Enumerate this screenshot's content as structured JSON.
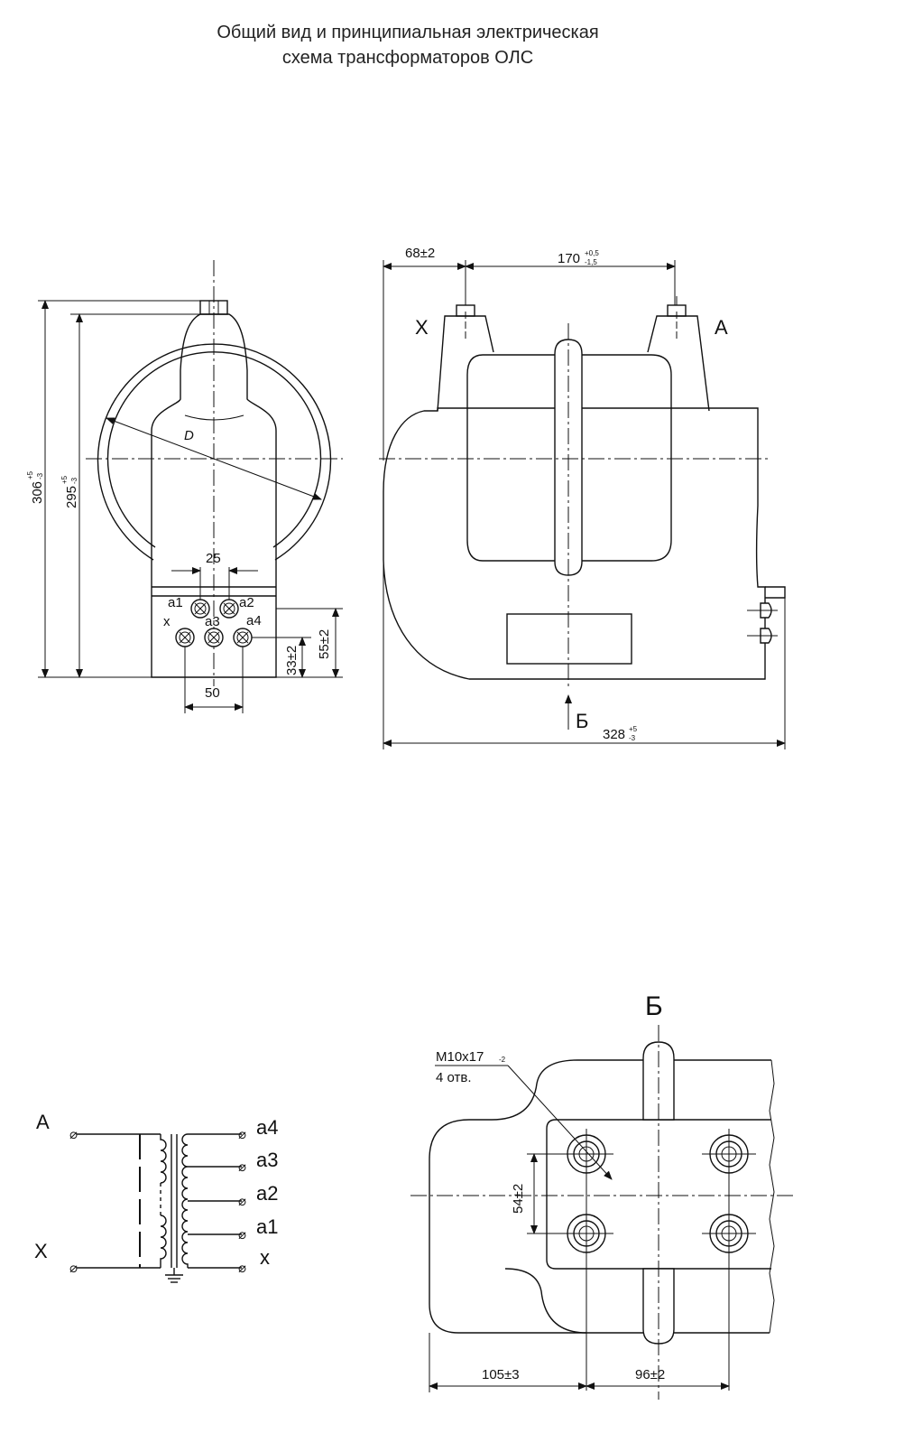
{
  "title": {
    "line1": "Общий вид и  принципиальная электрическая",
    "line2": "схема трансформаторов ОЛС"
  },
  "front_view": {
    "dim_overall_height": "306",
    "dim_overall_height_tol_upper": "+5",
    "dim_overall_height_tol_lower": "-3",
    "dim_height": "295",
    "dim_height_tol_upper": "+5",
    "dim_height_tol_lower": "-3",
    "dim_diameter": "D",
    "dim_terminal_spacing": "25",
    "dim_terminal_width": "50",
    "dim_terminal_row_height": "33±2",
    "dim_terminal_block_height": "55±2",
    "terminals": [
      "a1",
      "a2",
      "x",
      "a3",
      "a4"
    ]
  },
  "side_view": {
    "dim_offset": "68±2",
    "dim_span": "170",
    "dim_span_tol_upper": "+0,5",
    "dim_span_tol_lower": "-1,5",
    "dim_length": "328",
    "dim_length_tol_upper": "+5",
    "dim_length_tol_lower": "-3",
    "terminal_left": "X",
    "terminal_right": "A",
    "view_arrow_label": "Б"
  },
  "schematic": {
    "primary_top": "A",
    "primary_bottom": "X",
    "secondary_labels": [
      "a4",
      "a3",
      "a2",
      "a1",
      "x"
    ]
  },
  "bottom_view": {
    "title": "Б",
    "hole_spec": "M10x17",
    "hole_spec_tol": "-2",
    "hole_count": "4 отв.",
    "dim_hole_spacing_v": "54±2",
    "dim_edge_offset": "105±3",
    "dim_hole_spacing_h": "96±2"
  }
}
